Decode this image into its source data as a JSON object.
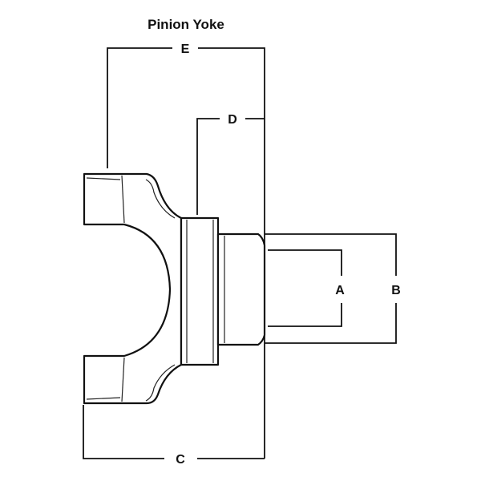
{
  "title": "Pinion Yoke",
  "dimensions": {
    "A": "A",
    "B": "B",
    "C": "C",
    "D": "D",
    "E": "E"
  }
}
